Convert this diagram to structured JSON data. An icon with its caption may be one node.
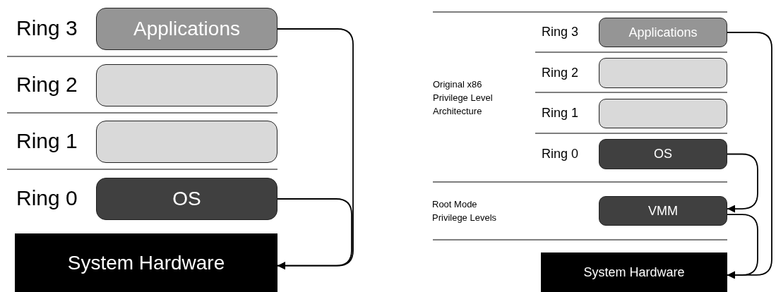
{
  "diagram": {
    "nodes": [
      {
        "text": [
          "Applications"
        ],
        "beside": [
          "Ring 3"
        ]
      },
      {
        "text": [],
        "shape": "box",
        "beside": [
          "Ring 2"
        ]
      },
      {
        "text": [],
        "shape": "box",
        "beside": [
          "Ring 1"
        ]
      },
      {
        "text": [
          "OS"
        ],
        "beside": [
          "Ring 0"
        ]
      },
      {
        "text": [
          "System Hardware"
        ]
      },
      {
        "text": [
          "Applications"
        ],
        "beside": [
          "Ring 3"
        ]
      },
      {
        "text": [],
        "shape": "box",
        "beside": [
          "Ring 2"
        ]
      },
      {
        "text": [],
        "shape": "box",
        "beside": [
          "Ring 1"
        ]
      },
      {
        "text": [
          "OS"
        ],
        "beside": [
          "Ring 0"
        ]
      },
      {
        "text": [
          "VMM"
        ]
      },
      {
        "text": [
          "System Hardware"
        ]
      }
    ],
    "edges": [
      {
        "from": 0,
        "to": 4,
        "arrow": "to"
      },
      {
        "from": 3,
        "to": 4,
        "arrow": "to"
      },
      {
        "from": 5,
        "to": 10,
        "arrow": "to"
      },
      {
        "from": 8,
        "to": 9,
        "arrow": "to"
      },
      {
        "from": 9,
        "to": 10,
        "arrow": "to"
      }
    ],
    "labels": [
      "Original x86 Privilege Level Architecture",
      "Root Mode Privilege Levels"
    ]
  }
}
